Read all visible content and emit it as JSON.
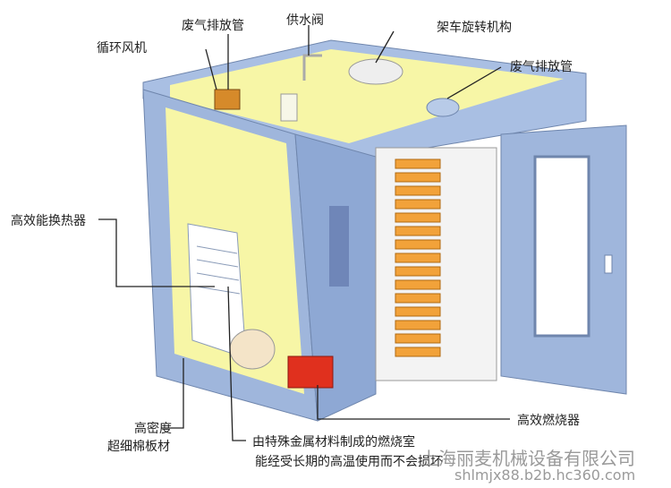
{
  "labels": {
    "exhaust_pipe_top": "废气排放管",
    "water_valve": "供水阀",
    "rack_rotation": "架车旋转机构",
    "circulation_fan": "循环风机",
    "exhaust_pipe_right": "废气排放管",
    "heat_exchanger": "高效能换热器",
    "burner": "高效燃烧器",
    "insulation_line1": "高密度",
    "insulation_line2": "超细棉板材",
    "chamber_line1": "由特殊金属材料制成的燃烧室",
    "chamber_line2": "能经受长期的高温使用而不会损坏"
  },
  "watermark": {
    "company": "上海丽麦机械设备有限公司",
    "url": "shlmjx88.b2b.hc360.com"
  },
  "colors": {
    "frame": "#9fb6dc",
    "insulation": "#f7f6a6",
    "trays": "#f2a23a",
    "burner": "#e0301e"
  }
}
